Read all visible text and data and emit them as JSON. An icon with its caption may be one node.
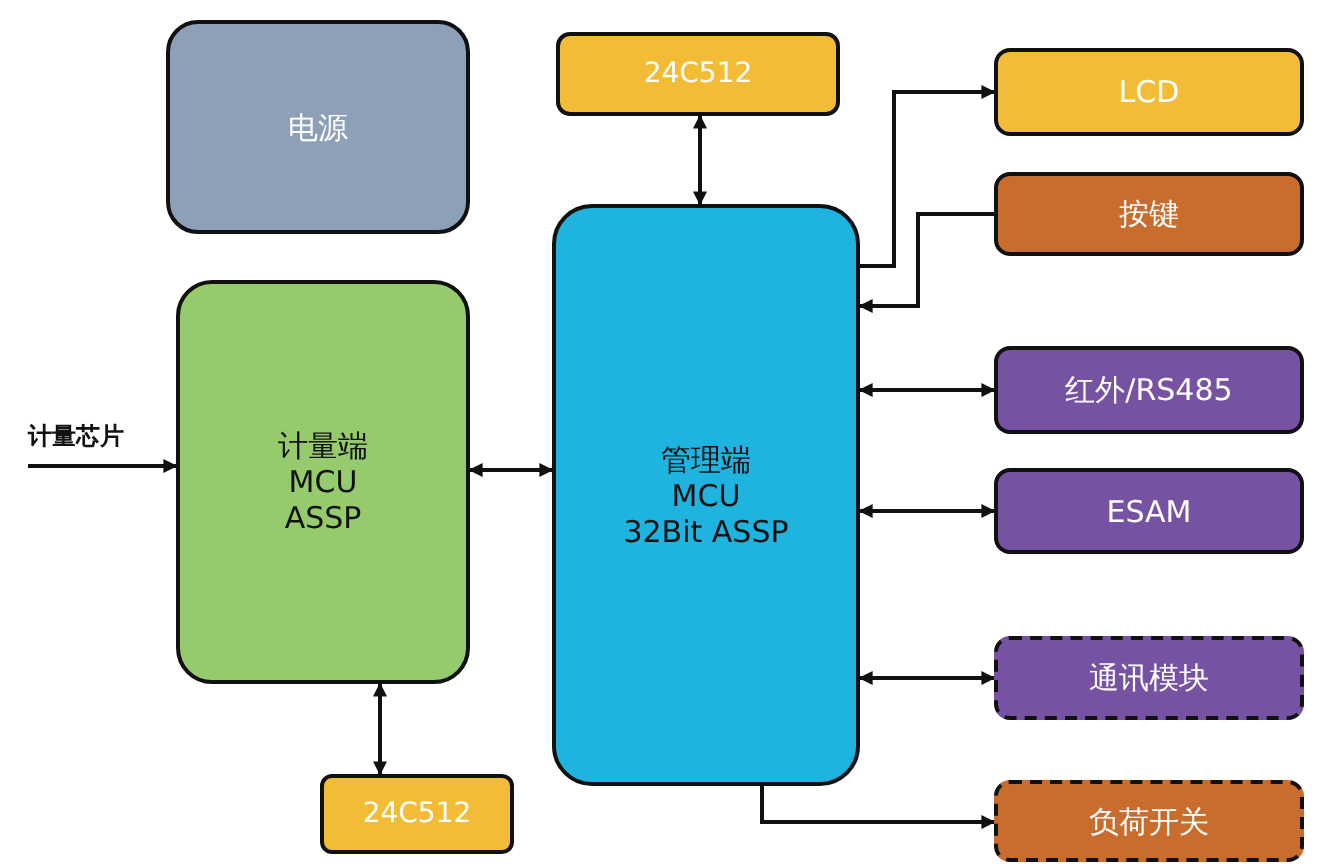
{
  "diagram": {
    "nodes": [
      {
        "text": [
          "电源"
        ]
      },
      {
        "text": [
          "24C512"
        ]
      },
      {
        "text": [
          "计量端",
          "MCU",
          "ASSP"
        ]
      },
      {
        "text": [
          "管理端",
          "MCU",
          "32Bit ASSP"
        ]
      },
      {
        "text": [
          "24C512"
        ]
      },
      {
        "text": [
          "LCD"
        ]
      },
      {
        "text": [
          "按键"
        ]
      },
      {
        "text": [
          "红外/RS485"
        ]
      },
      {
        "text": [
          "ESAM"
        ]
      },
      {
        "text": [
          "通讯模块"
        ]
      },
      {
        "text": [
          "负荷开关"
        ]
      }
    ],
    "edges": [
      {
        "from": 1,
        "to": 3,
        "arrow": "both"
      },
      {
        "from": 2,
        "to": 3,
        "arrow": "both"
      },
      {
        "from": 2,
        "to": 4,
        "arrow": "both"
      },
      {
        "from": 3,
        "to": 5,
        "arrow": "to"
      },
      {
        "from": 6,
        "to": 3,
        "arrow": "to"
      },
      {
        "from": 3,
        "to": 7,
        "arrow": "both"
      },
      {
        "from": 3,
        "to": 8,
        "arrow": "both"
      },
      {
        "from": 3,
        "to": 9,
        "arrow": "both"
      },
      {
        "from": 3,
        "to": 10,
        "arrow": "to"
      },
      {
        "from": null,
        "to": 2,
        "arrow": "to"
      }
    ],
    "labels": [
      "计量芯片"
    ]
  }
}
